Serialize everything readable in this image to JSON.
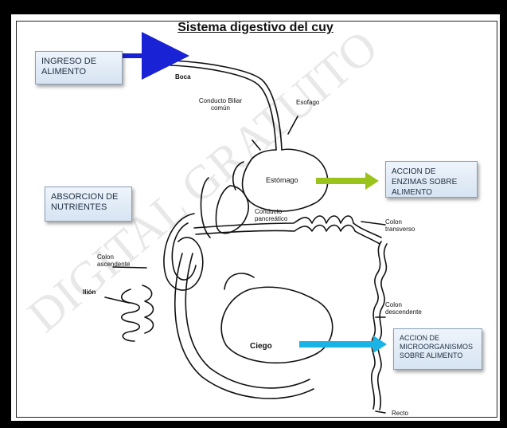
{
  "title": "Sistema digestivo del cuy",
  "callouts": {
    "ingreso": "INGRESO DE ALIMENTO",
    "absorcion": "ABSORCION DE NUTRIENTES",
    "enzimas": "ACCION DE ENZIMAS SOBRE ALIMENTO",
    "microorganismos": "ACCION DE MICROORGANISMOS SOBRE ALIMENTO"
  },
  "labels": {
    "boca": "Boca",
    "conducto_biliar": "Conducto Biliar común",
    "esofago": "Esofago",
    "estomago": "Estómago",
    "conducto_pancreatico": "Conducto pancreático",
    "colon_transverso": "Colon transverso",
    "colon_ascendente": "Colon ascendente",
    "ilion": "Ilión",
    "colon_descendente": "Colon descendente",
    "ciego": "Ciego",
    "recto": "Recto"
  },
  "colors": {
    "arrow_ingreso": "#1a22d6",
    "arrow_enzimas": "#9ac31c",
    "arrow_microorganismos": "#19b3e6"
  },
  "watermark": "DIGITAL GRATUITO"
}
